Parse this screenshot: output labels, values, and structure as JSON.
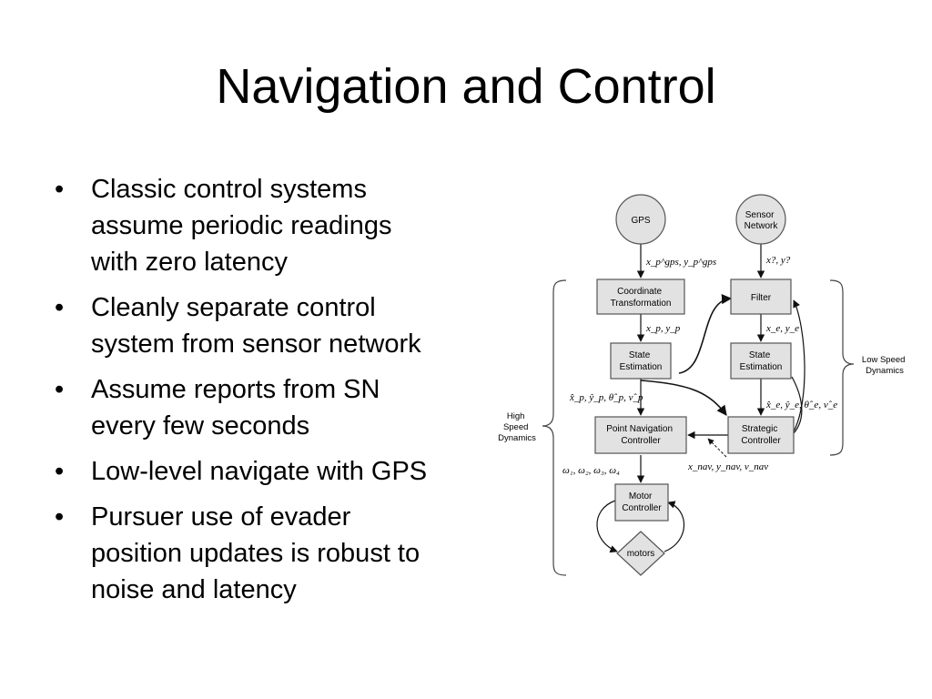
{
  "slide": {
    "title": "Navigation and Control",
    "bullets": [
      {
        "line1": "Classic control systems",
        "line2": "assume periodic readings",
        "line3": "with zero latency"
      },
      {
        "line1": "Cleanly separate control",
        "line2": "system from sensor network",
        "line3": ""
      },
      {
        "line1": "Assume reports from SN",
        "line2": "every few seconds",
        "line3": ""
      },
      {
        "line1": "Low-level navigate with GPS",
        "line2": "",
        "line3": ""
      },
      {
        "line1": "Pursuer use of evader",
        "line2": "position updates is robust to",
        "line3": "noise and latency"
      }
    ],
    "bullet_glyph": "•"
  },
  "diagram": {
    "nodes": {
      "gps": "GPS",
      "sensor_network": [
        "Sensor",
        "Network"
      ],
      "coordinate_transformation": [
        "Coordinate",
        "Transformation"
      ],
      "filter": "Filter",
      "state_estimation_left": [
        "State",
        "Estimation"
      ],
      "state_estimation_right": [
        "State",
        "Estimation"
      ],
      "point_navigation_controller": [
        "Point Navigation",
        "Controller"
      ],
      "strategic_controller": [
        "Strategic",
        "Controller"
      ],
      "motor_controller": [
        "Motor",
        "Controller"
      ],
      "motors": "motors"
    },
    "edge_labels": {
      "gps_out": "x_p^gps, y_p^gps",
      "sn_out": "x?, y?",
      "coord_out": "x_p, y_p",
      "filter_out": "x_e, y_e",
      "left_est_out": "x̂_p, ŷ_p, θ̂_p, ν̂_p",
      "right_est_out": "x̂_e, ŷ_e, θ̂_e, ν̂_e",
      "nav_input": "x_nav, y_nav, ν_nav",
      "omega": "ω₁, ω₂, ω₃, ω₄"
    },
    "groups": {
      "high_speed": [
        "High",
        "Speed",
        "Dynamics"
      ],
      "low_speed": [
        "Low Speed",
        "Dynamics"
      ]
    }
  }
}
